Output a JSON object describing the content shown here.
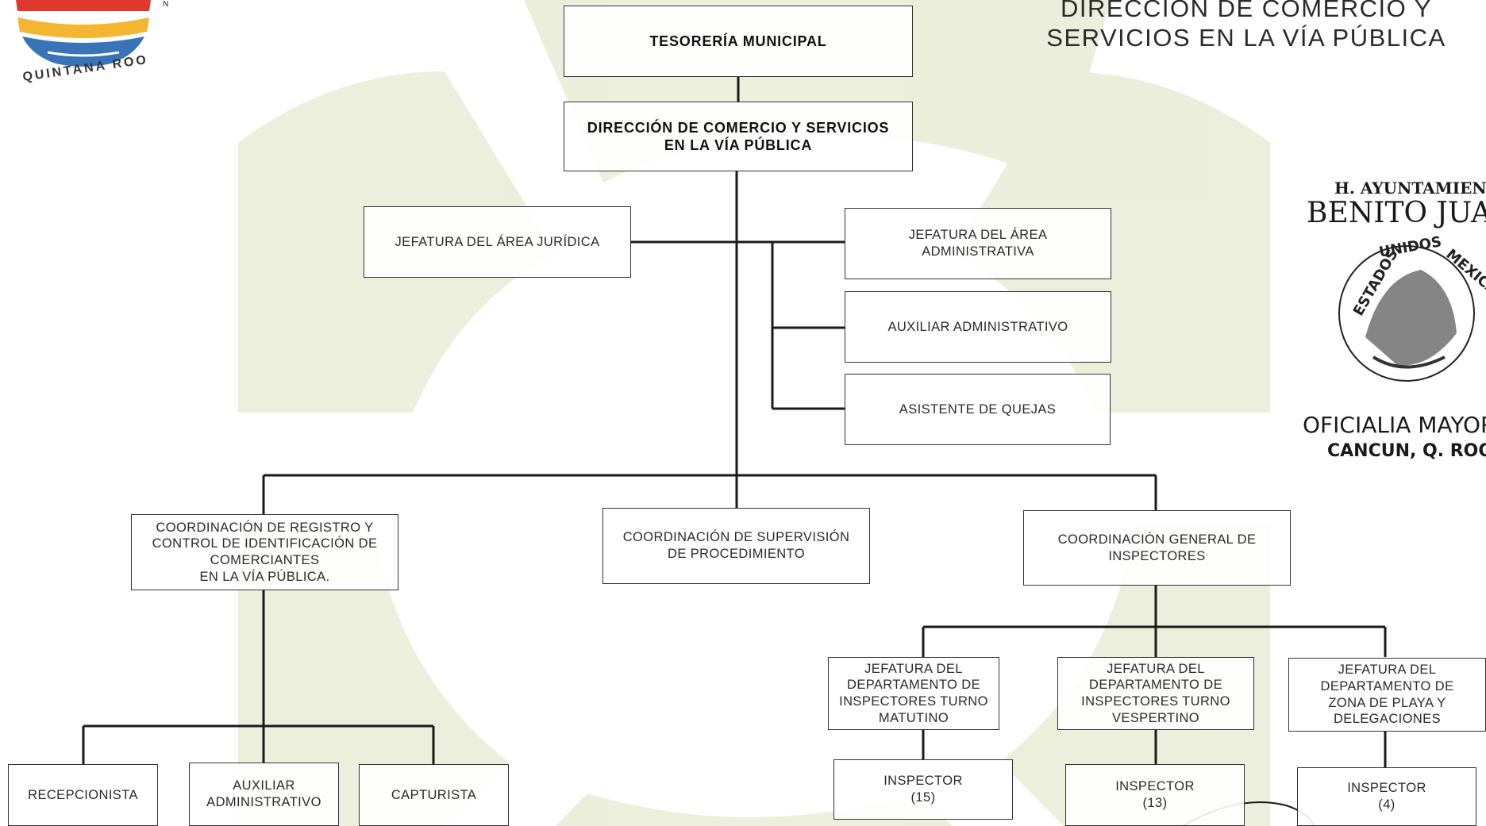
{
  "header": {
    "title": "DIRECCIÓN DE COMERCIO Y\nSERVICIOS EN LA VÍA PÚBLICA",
    "logo_text": "QUINTANA ROO"
  },
  "seal": {
    "line1": "H. AYUNTAMIENTO",
    "line2": "BENITO JUAREZ",
    "ring": "ESTADOS UNIDOS MEXICANOS",
    "line3": "OFICIALIA MAYOR",
    "line4": "CANCUN, Q. ROO"
  },
  "org": {
    "tesoreria": "TESORERÍA MUNICIPAL",
    "direccion": "DIRECCIÓN DE COMERCIO Y SERVICIOS\nEN LA VÍA PÚBLICA",
    "juridica": "JEFATURA DEL ÁREA JURÍDICA",
    "administrativa": "JEFATURA  DEL ÁREA\nADMINISTRATIVA",
    "auxiliar_admin": "AUXILIAR ADMINISTRATIVO",
    "asistente_quejas": "ASISTENTE DE QUEJAS",
    "coord_registro": "COORDINACIÓN DE REGISTRO Y\nCONTROL DE IDENTIFICACIÓN DE\nCOMERCIANTES\nEN LA VÍA PÚBLICA.",
    "coord_supervision": "COORDINACIÓN DE SUPERVISIÓN\nDE PROCEDIMIENTO",
    "coord_inspectores": "COORDINACIÓN GENERAL DE\nINSPECTORES",
    "recepcionista": "RECEPCIONISTA",
    "auxiliar_admin_2": "AUXILIAR\nADMINISTRATIVO",
    "capturista": "CAPTURISTA",
    "jef_matutino": "JEFATURA DEL\nDEPARTAMENTO DE\nINSPECTORES TURNO\nMATUTINO",
    "jef_vespertino": "JEFATURA DEL\nDEPARTAMENTO DE\nINSPECTORES TURNO\nVESPERTINO",
    "jef_playa": "JEFATURA DEL\nDEPARTAMENTO DE\nZONA DE PLAYA Y\nDELEGACIONES",
    "inspector_15": "INSPECTOR\n(15)",
    "inspector_13": "INSPECTOR\n(13)",
    "inspector_4": "INSPECTOR\n(4)"
  }
}
